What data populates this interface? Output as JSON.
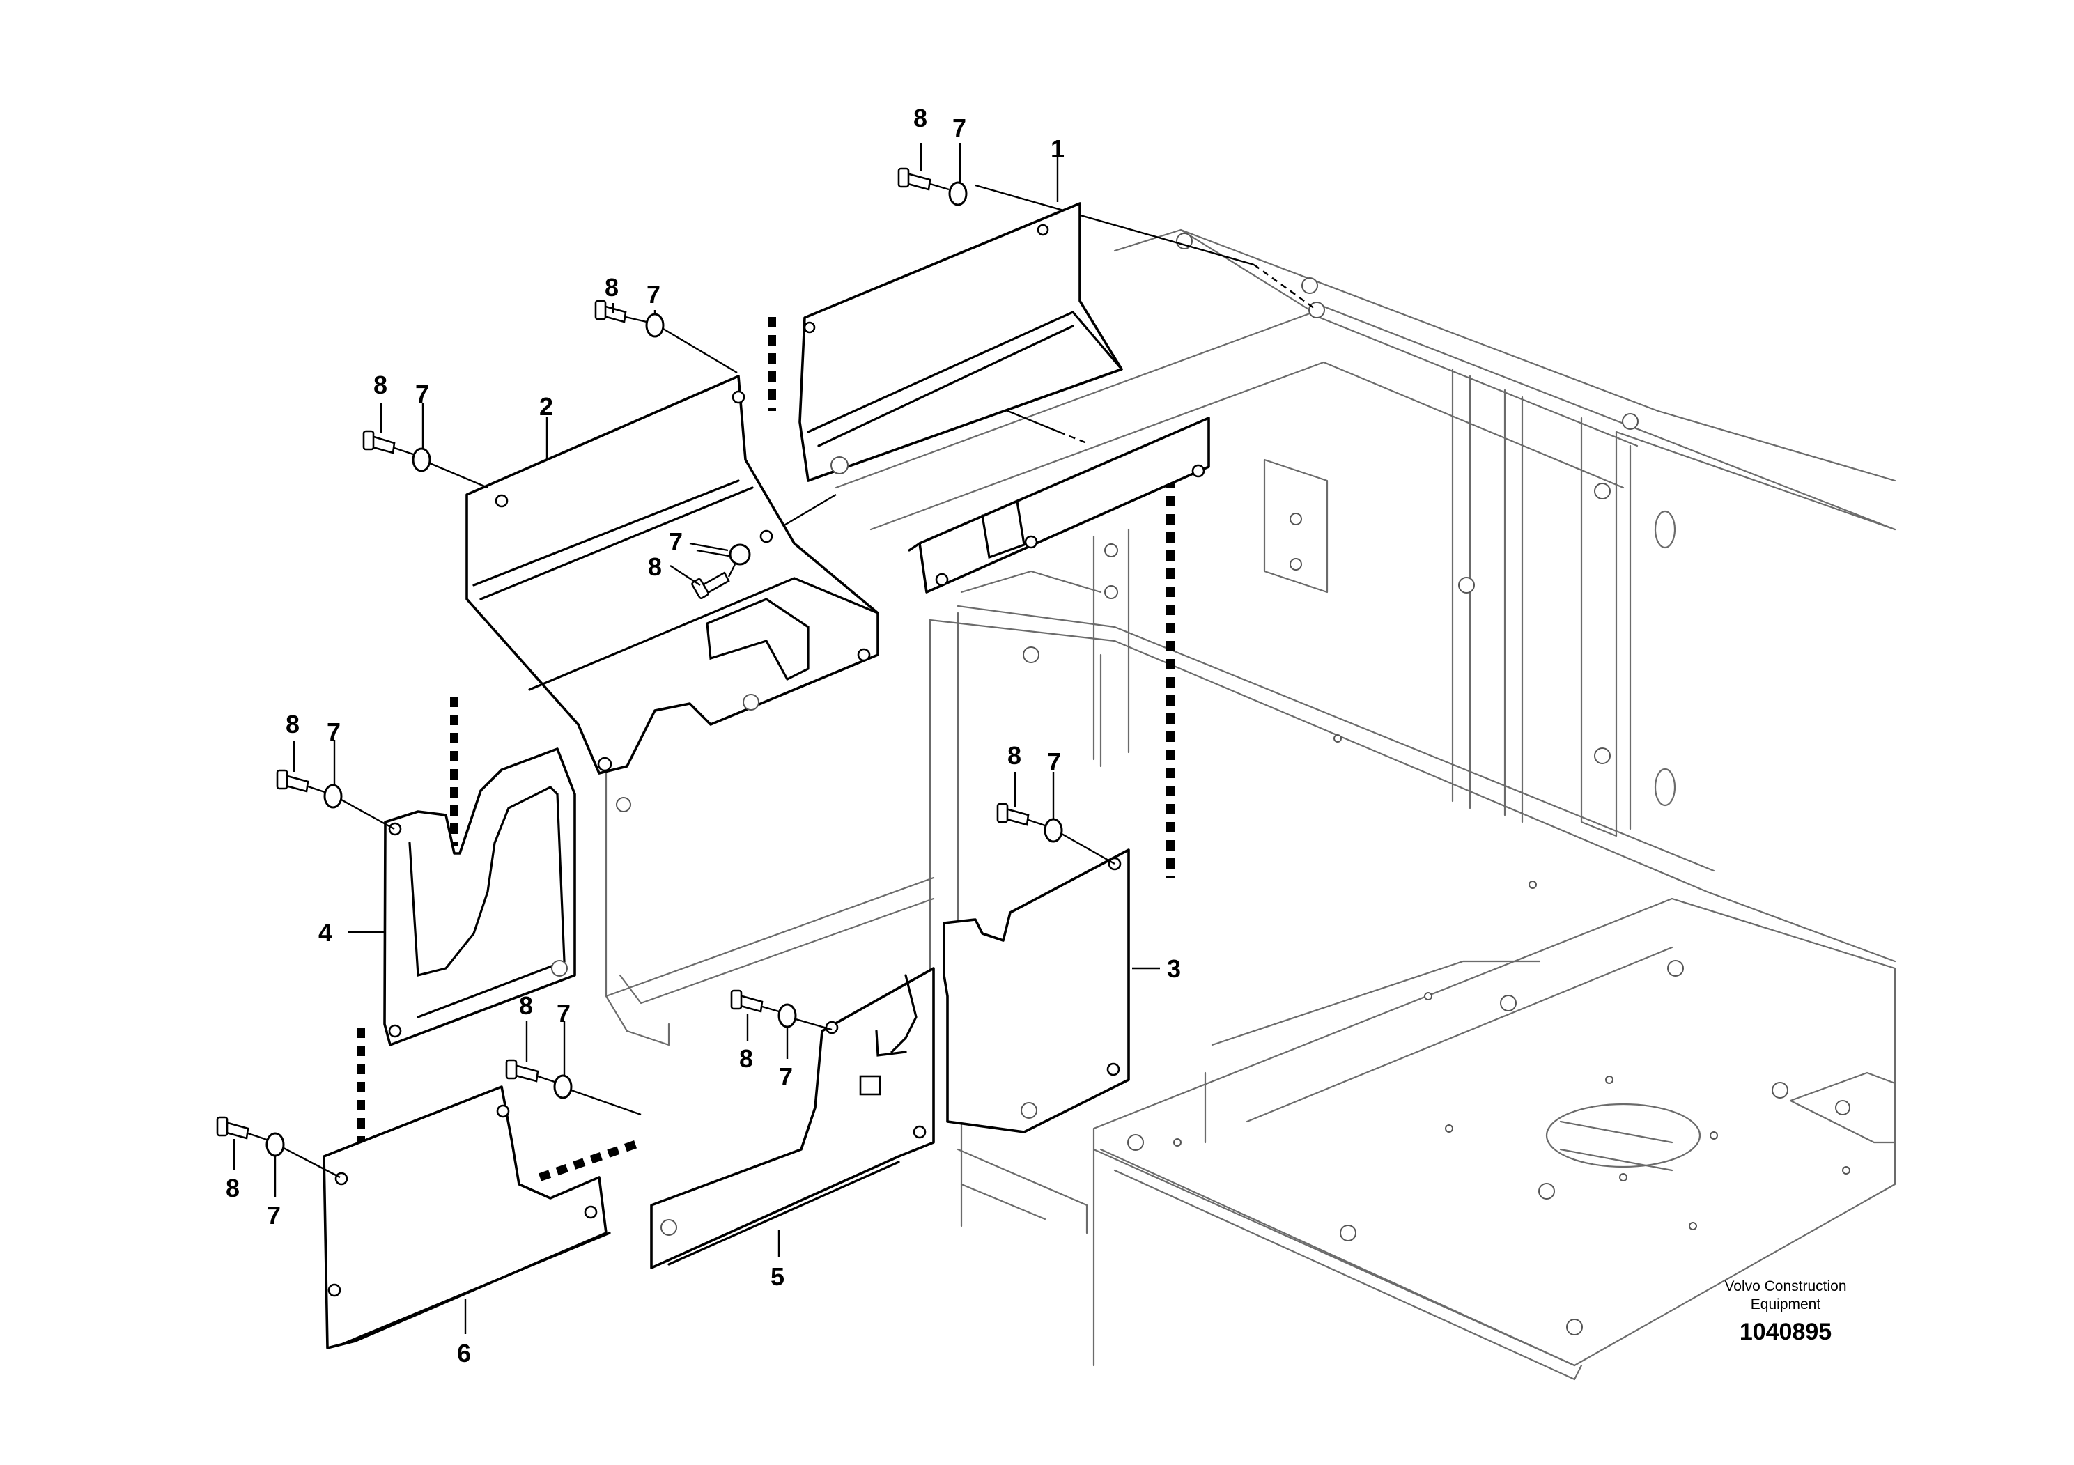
{
  "callouts": {
    "part_1": "1",
    "part_2": "2",
    "part_3": "3",
    "part_4": "4",
    "part_5": "5",
    "part_6": "6",
    "washer": "7",
    "screw": "8"
  },
  "footer": {
    "brand_line1": "Volvo Construction",
    "brand_line2": "Equipment",
    "reference_number": "1040895"
  }
}
